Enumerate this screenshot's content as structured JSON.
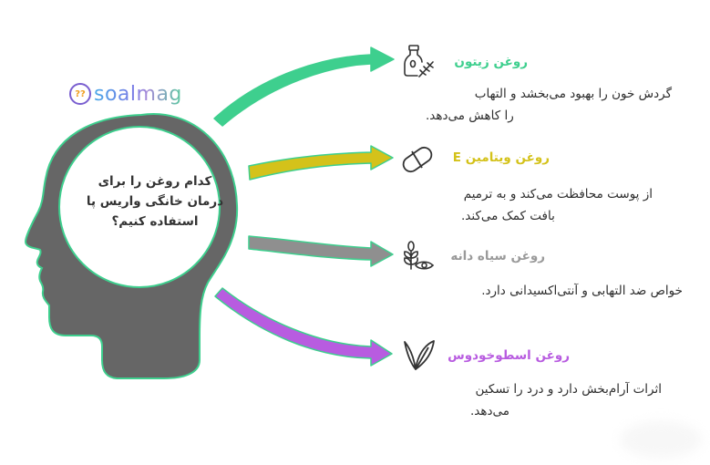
{
  "logo": {
    "badge_glyph": "??",
    "text": "soalmag"
  },
  "question": "کدام روغن را برای درمان خانگی واریس پا استفاده کنیم؟",
  "colors": {
    "head_fill": "#666666",
    "outline": "#3ecf8e",
    "arrow_green": "#3ecf8e",
    "arrow_yellow": "#d4c21a",
    "arrow_gray": "#8f8f8f",
    "arrow_purple": "#b85ce0"
  },
  "items": [
    {
      "title": "روغن زیتون",
      "title_color": "#3ecf8e",
      "icon": "olive-oil-bottle-icon",
      "description_lines": [
        "گردش خون را بهبود می‌بخشد و التهاب",
        "را کاهش می‌دهد."
      ]
    },
    {
      "title": "روغن ویتامین E",
      "title_color": "#d4c21a",
      "icon": "capsule-icon",
      "description_lines": [
        "از پوست محافظت می‌کند و به ترمیم",
        "بافت کمک می‌کند."
      ]
    },
    {
      "title": "روغن سیاه دانه",
      "title_color": "#9a9a9a",
      "icon": "seed-eye-icon",
      "description_lines": [
        "خواص ضد التهابی و آنتی‌اکسیدانی دارد."
      ]
    },
    {
      "title": "روغن اسطوخودوس",
      "title_color": "#b85ce0",
      "icon": "leaf-icon",
      "description_lines": [
        "اثرات آرام‌بخش دارد و درد را تسکین",
        "می‌دهد."
      ]
    }
  ]
}
